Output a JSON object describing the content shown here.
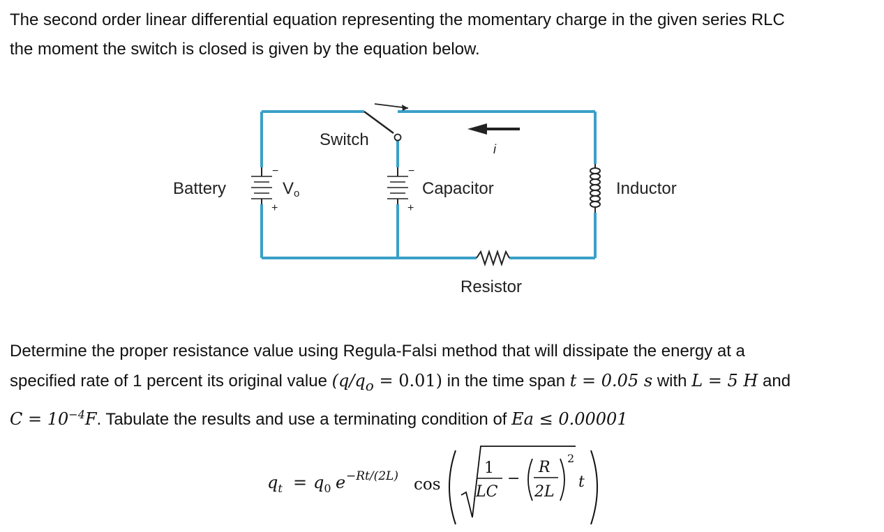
{
  "intro": {
    "line1": "The second order linear differential equation representing the momentary charge in the given series RLC",
    "line2": "the moment the switch is closed is given by the equation below."
  },
  "circuit": {
    "switch_label": "Switch",
    "battery_label": "Battery",
    "battery_voltage": "V",
    "battery_voltage_sub": "o",
    "current_label": "i",
    "capacitor_label": "Capacitor",
    "inductor_label": "Inductor",
    "resistor_label": "Resistor",
    "minus_sign": "−",
    "plus_sign": "+",
    "wire_color": "#3aa0c8"
  },
  "problem": {
    "l1": "Determine the proper resistance value using Regula-Falsi method that will dissipate the energy at a",
    "l2_a": "specified rate of 1 percent its original value ",
    "l2_ratio": "(q/q",
    "l2_ratio_sub": "o",
    "l2_ratio_val": " = 0.01)",
    "l2_b": " in the time span ",
    "l2_t": "t = 0.05 s",
    "l2_c": " with ",
    "l2_L": "L = 5 H",
    "l2_d": " and",
    "l3_C": "C = 10",
    "l3_exp": "−4",
    "l3_F": "F",
    "l3_a": ". Tabulate the results and use a terminating condition of ",
    "l3_Ea": "Ea ≤ 0.00001"
  },
  "equation": {
    "lhs": "q",
    "lhs_sub": "t",
    "equals": "=",
    "q0": "q",
    "q0_sub": "0",
    "e": "e",
    "exponent": "−Rt/(2L)",
    "cos": "cos",
    "one": "1",
    "LC": "LC",
    "minus": "−",
    "R": "R",
    "twoL": "2L",
    "square": "2",
    "t": "t"
  }
}
